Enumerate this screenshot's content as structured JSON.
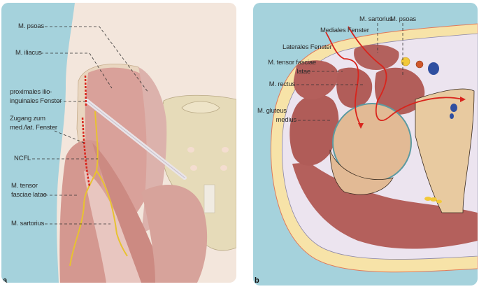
{
  "figure": {
    "panel_a": {
      "letter": "a",
      "labels": {
        "psoas": "M. psoas",
        "iliacus": "M. iliacus",
        "proximal_window_line1": "proximales ilio-",
        "proximal_window_line2": "inguinales Fenster",
        "access_line1": "Zugang zum",
        "access_line2": "med./lat. Fenster",
        "ncfl": "NCFL",
        "tfl_line1": "M. tensor",
        "tfl_line2": "fasciae latae",
        "sartorius": "M. sartorius"
      }
    },
    "panel_b": {
      "letter": "b",
      "labels": {
        "sartorius": "M. sartorius",
        "psoas": "M. psoas",
        "medial_window": "Mediales Fenster",
        "lateral_window": "Laterales Fenster",
        "tfl_line1": "M. tensor fasciae",
        "tfl_line2": "latae",
        "rectus": "M. rectus",
        "gluteus_line1": "M. gluteus",
        "gluteus_line2": "medius"
      }
    },
    "colors": {
      "background_blue": "#a5d2dc",
      "skin": "#f3e6dc",
      "muscle": "#b8615f",
      "bone": "#e8dcbc",
      "fat": "#f7e3a8",
      "access_path_red": "#d9241c",
      "nerve_yellow": "#e8c230",
      "vein_blue": "#2f4fa0"
    }
  }
}
